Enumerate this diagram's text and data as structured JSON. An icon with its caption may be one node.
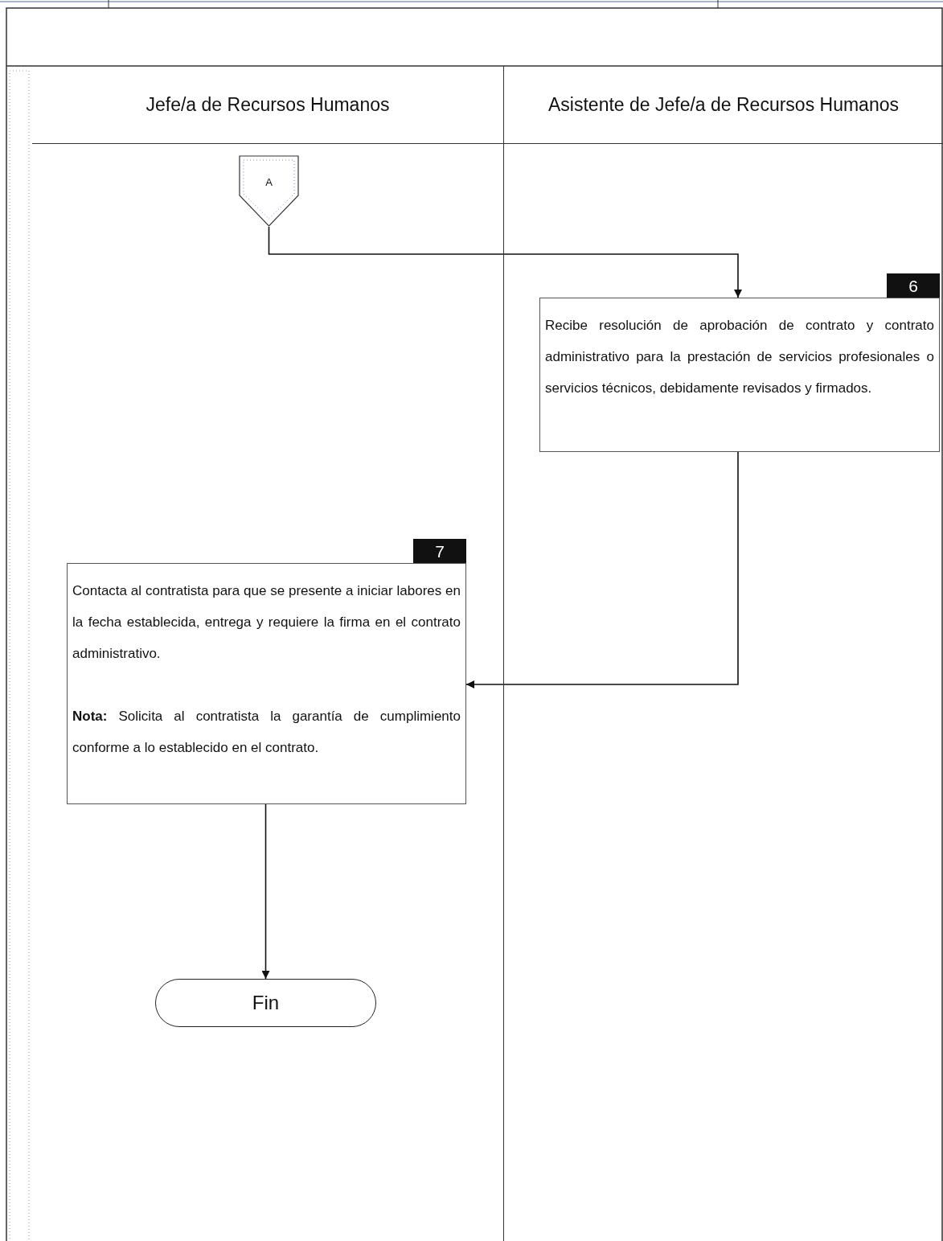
{
  "diagram": {
    "nodes": [
      {
        "text": [
          "Jefe/a de Recursos Humanos"
        ]
      },
      {
        "text": [
          "Asistente de Jefe/a de Recursos Humanos"
        ]
      },
      {
        "text": [
          "A"
        ],
        "in": 0
      },
      {
        "text": [
          "Recibe resolución de aprobación de contrato y contrato administrativo para la prestación de servicios profesionales o servicios técnicos, debidamente revisados y firmados."
        ],
        "beside": [
          "6"
        ],
        "in": 1
      },
      {
        "text": [
          "Contacta al contratista para que se presente a iniciar labores en la fecha establecida, entrega y requiere la firma en el contrato administrativo.",
          "**Nota:** Solicita al contratista la garantía de cumplimiento conforme a lo establecido en el contrato."
        ],
        "beside": [
          "7"
        ],
        "in": 0
      },
      {
        "text": [
          "Fin"
        ],
        "in": 0
      }
    ],
    "edges": [
      {
        "from": 2,
        "to": 3,
        "arrow": "to"
      },
      {
        "from": 3,
        "to": 4,
        "arrow": "to"
      },
      {
        "from": 4,
        "to": 5,
        "arrow": "to"
      }
    ]
  }
}
